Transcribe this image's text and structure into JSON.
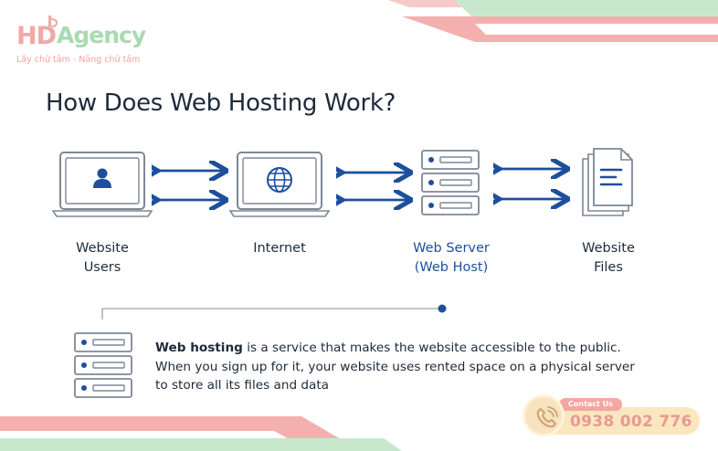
{
  "brand": {
    "logo_hd": "HD",
    "logo_agency": "Agency",
    "tagline": "Lấy chữ tâm - Nâng chữ tầm"
  },
  "title": "How Does Web Hosting Work?",
  "nodes": [
    {
      "label": "Website\nUsers",
      "icon": "user-monitor-icon"
    },
    {
      "label": "Internet",
      "icon": "globe-laptop-icon"
    },
    {
      "label": "Web Server\n(Web Host)",
      "icon": "server-stack-icon"
    },
    {
      "label": "Website\nFiles",
      "icon": "documents-icon"
    }
  ],
  "arrows": {
    "count_per_link": 2,
    "style": "bidirectional"
  },
  "description": {
    "strong": "Web hosting",
    "line1_rest": " is a service that makes the website accessible to the public.",
    "line2": "When you sign up for it, your website uses rented space on a physical server",
    "line3": "to store all its files and data"
  },
  "contact": {
    "tab_label": "Contact Us",
    "phone": "0938 002 776",
    "icon": "phone-icon"
  },
  "colors": {
    "title": "#1d2a3a",
    "accent_blue": "#1d4f9c",
    "icon_stroke": "#7d8796",
    "stripe_pink": "#f4b0ae",
    "stripe_green": "#bfe3c4",
    "contact_bg": "#fbe7bf",
    "contact_text": "#e79a92"
  }
}
